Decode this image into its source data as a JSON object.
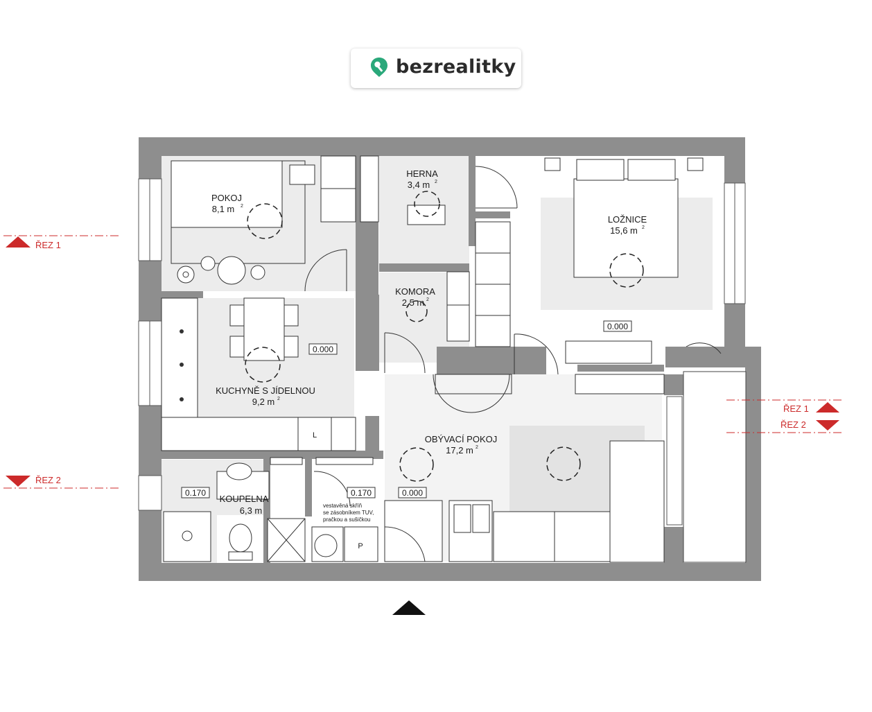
{
  "brand": {
    "name": "bezrealitky",
    "color": "#2aa87a"
  },
  "rooms": [
    {
      "name": "POKOJ",
      "area": "8,1 m"
    },
    {
      "name": "HERNA",
      "area": "3,4 m"
    },
    {
      "name": "LOŽNICE",
      "area": "15,6 m"
    },
    {
      "name": "KOMORA",
      "area": "2,5 m"
    },
    {
      "name": "KUCHYNĚ S JÍDELNOU",
      "area": "9,2 m"
    },
    {
      "name": "OBÝVACÍ POKOJ",
      "area": "17,2 m"
    },
    {
      "name": "KOUPELNA",
      "area": "6,3 m"
    }
  ],
  "area_unit_sup": "2",
  "levels": {
    "kitchen": "0.000",
    "bedroom": "0.000",
    "living": "0.000",
    "bath_left": "0.170",
    "bath_right": "0.170"
  },
  "closet_note": [
    "vestavěná skříň",
    "se zásobníkem TUV,",
    "pračkou a sušičkou"
  ],
  "fixtures": {
    "fridge": "L",
    "pump": "P"
  },
  "sections": {
    "rez1": "ŘEZ 1",
    "rez2": "ŘEZ 2"
  },
  "colors": {
    "wall": "#8e8e8e",
    "floor": "#ececec",
    "section": "#cc2a2a"
  },
  "icons": [
    "map-pin-icon",
    "entrance-arrow-icon",
    "section-arrow-up-icon",
    "section-arrow-down-icon"
  ]
}
